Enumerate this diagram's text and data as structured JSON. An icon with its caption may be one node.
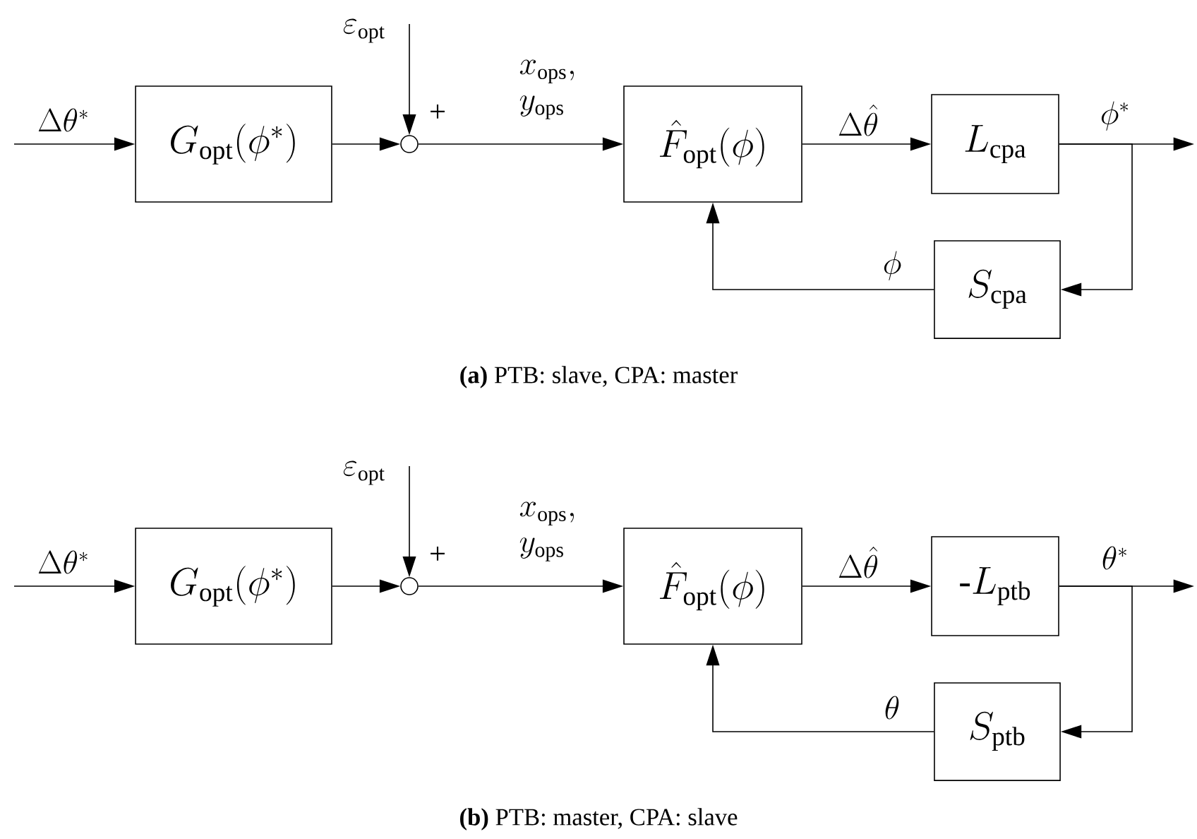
{
  "diagram": {
    "nodes": [
      {
        "text": [
          "G_{\\mathrm{opt}}(\\phi^*)"
        ]
      },
      {
        "text": [],
        "shape": "circle",
        "beside": [
          "+"
        ]
      },
      {
        "text": [
          "\\hat{F}_{\\mathrm{opt}}(\\phi)"
        ]
      },
      {
        "text": [
          "L_{\\mathrm{cpa}}"
        ]
      },
      {
        "text": [
          "S_{\\mathrm{cpa}}"
        ]
      },
      {
        "text": [
          "G_{\\mathrm{opt}}(\\phi^*)"
        ]
      },
      {
        "text": [],
        "shape": "circle",
        "beside": [
          "+"
        ]
      },
      {
        "text": [
          "\\hat{F}_{\\mathrm{opt}}(\\phi)"
        ]
      },
      {
        "text": [
          "\\text{-}L_{\\mathrm{ptb}}"
        ]
      },
      {
        "text": [
          "S_{\\mathrm{ptb}}"
        ]
      }
    ],
    "edges": [
      {
        "from": null,
        "to": 0,
        "arrow": "to",
        "label": "\\Delta\\theta^*"
      },
      {
        "from": null,
        "to": 1,
        "arrow": "to",
        "label": "\\varepsilon_{\\mathrm{opt}}"
      },
      {
        "from": 0,
        "to": 1,
        "arrow": "to"
      },
      {
        "from": 1,
        "to": 2,
        "arrow": "to",
        "label": "\\begin{array}{l}x_{\\mathrm{ops}},\\\\ y_{\\mathrm{ops}}\\end{array}"
      },
      {
        "from": 2,
        "to": 3,
        "arrow": "to",
        "label": "\\Delta\\hat{\\theta}"
      },
      {
        "from": 3,
        "to": null,
        "arrow": "to",
        "label": "\\phi^*"
      },
      {
        "from": 3,
        "to": 4,
        "arrow": "to"
      },
      {
        "from": 4,
        "to": 2,
        "arrow": "to",
        "label": "\\phi"
      },
      {
        "from": null,
        "to": 5,
        "arrow": "to",
        "label": "\\Delta\\theta^*"
      },
      {
        "from": null,
        "to": 6,
        "arrow": "to",
        "label": "\\varepsilon_{\\mathrm{opt}}"
      },
      {
        "from": 5,
        "to": 6,
        "arrow": "to"
      },
      {
        "from": 6,
        "to": 7,
        "arrow": "to",
        "label": "\\begin{array}{l}x_{\\mathrm{ops}},\\\\ y_{\\mathrm{ops}}\\end{array}"
      },
      {
        "from": 7,
        "to": 8,
        "arrow": "to",
        "label": "\\Delta\\hat{\\theta}"
      },
      {
        "from": 8,
        "to": null,
        "arrow": "to",
        "label": "\\theta^*"
      },
      {
        "from": 8,
        "to": 9,
        "arrow": "to"
      },
      {
        "from": 9,
        "to": 7,
        "arrow": "to",
        "label": "\\theta"
      }
    ],
    "labels": [
      "**(a)** PTB: slave, CPA: master",
      "**(b)** PTB: master, CPA: slave"
    ]
  }
}
